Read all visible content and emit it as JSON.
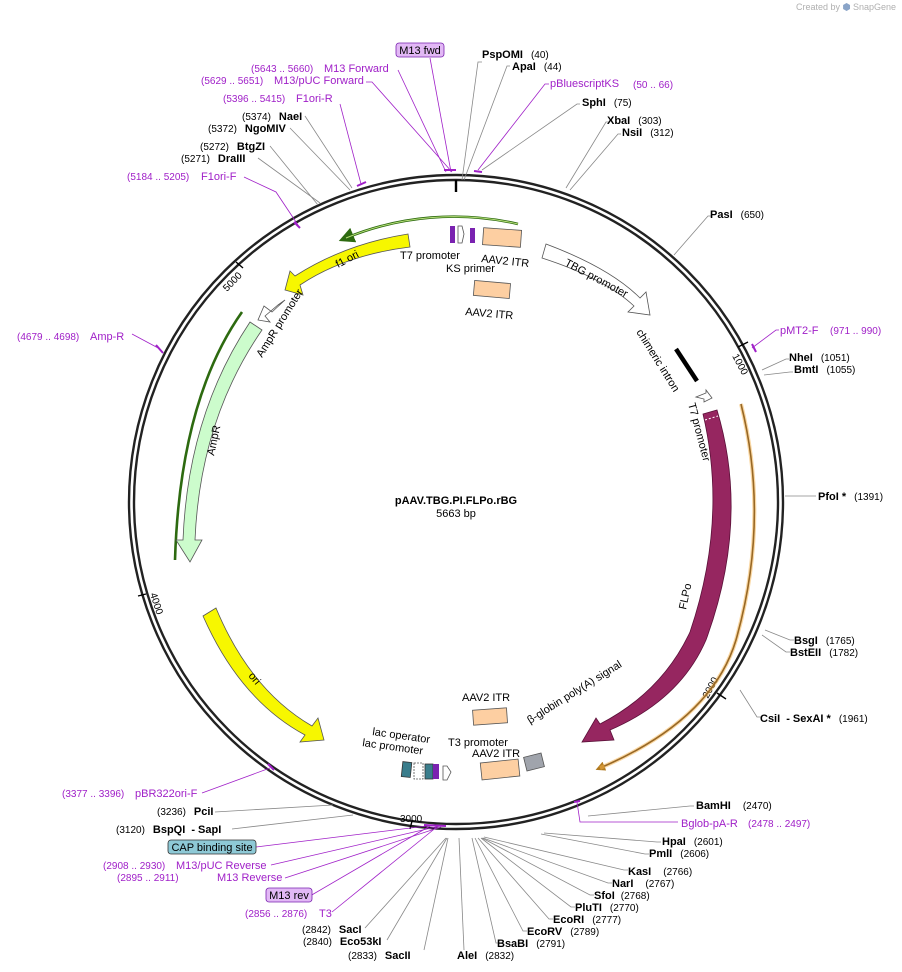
{
  "credit": {
    "prefix": "Created by",
    "brand": "SnapGene"
  },
  "plasmid": {
    "name": "pAAV.TBG.PI.FLPo.rBG",
    "length_label": "5663 bp"
  },
  "ticks": [
    "1000",
    "2000",
    "3000",
    "4000",
    "5000"
  ],
  "colors": {
    "primer": "#a020c8",
    "line": "#888888",
    "ring": "#222222",
    "f1ori": "#f7f700",
    "ori": "#f7f700",
    "ampr": "#ccfccc",
    "ampr_border": "#5aa02c",
    "flpo": "#962660",
    "itr": "#fdcfa2",
    "tbg": "#ffffff",
    "polya": "#a0a4ac",
    "cap": "#8ec9d6",
    "lac_op": "#3a7d8c",
    "purple_badge": "#e2b8f5"
  },
  "features": {
    "t7_promoter_top": "T7 promoter",
    "ks_primer": "KS primer",
    "aav2_itr_top": "AAV2 ITR",
    "aav2_itr_inner": "AAV2 ITR",
    "tbg_promoter": "TBG promoter",
    "chimeric_intron": "chimeric intron",
    "t7_promoter_right": "T7 promoter",
    "flpo": "FLPo",
    "bglobin": "β-globin poly(A) signal",
    "aav2_itr_bottom": "AAV2 ITR",
    "aav2_itr_bottom2": "AAV2 ITR",
    "t3_promoter": "T3 promoter",
    "lac_operator": "lac operator",
    "lac_promoter": "lac promoter",
    "ori": "ori",
    "ampr": "AmpR",
    "ampr_promoter": "AmpR promoter",
    "f1_ori": "f1 ori"
  },
  "sites": [
    {
      "name": "PspOMI",
      "pos": "(40)"
    },
    {
      "name": "ApaI",
      "pos": "(44)"
    },
    {
      "name": "SphI",
      "pos": "(75)"
    },
    {
      "name": "XbaI",
      "pos": "(303)"
    },
    {
      "name": "NsiI",
      "pos": "(312)"
    },
    {
      "name": "PasI",
      "pos": "(650)"
    },
    {
      "name": "NheI",
      "pos": "(1051)"
    },
    {
      "name": "BmtI",
      "pos": "(1055)"
    },
    {
      "name": "PfoI *",
      "pos": "(1391)"
    },
    {
      "name": "BsgI",
      "pos": "(1765)"
    },
    {
      "name": "BstEII",
      "pos": "(1782)"
    },
    {
      "name": "CsiI",
      "name2": "- SexAI *",
      "pos": "(1961)"
    },
    {
      "name": "BamHI",
      "pos": "(2470)"
    },
    {
      "name": "HpaI",
      "pos": "(2601)"
    },
    {
      "name": "PmlI",
      "pos": "(2606)"
    },
    {
      "name": "KasI",
      "pos": "(2766)"
    },
    {
      "name": "NarI",
      "pos": "(2767)"
    },
    {
      "name": "SfoI",
      "pos": "(2768)"
    },
    {
      "name": "PluTI",
      "pos": "(2770)"
    },
    {
      "name": "EcoRI",
      "pos": "(2777)"
    },
    {
      "name": "EcoRV",
      "pos": "(2789)"
    },
    {
      "name": "BsaBI",
      "pos": "(2791)"
    },
    {
      "name": "AleI",
      "pos": "(2832)"
    },
    {
      "name": "SacII",
      "pos": "(2833)"
    },
    {
      "name": "Eco53kI",
      "pos": "(2840)"
    },
    {
      "name": "SacI",
      "pos": "(2842)"
    },
    {
      "name": "BspQI",
      "name2": "- SapI",
      "pos": "(3120)"
    },
    {
      "name": "PciI",
      "pos": "(3236)"
    },
    {
      "name": "DraIII",
      "pos": "(5271)"
    },
    {
      "name": "BtgZI",
      "pos": "(5272)"
    },
    {
      "name": "NgoMIV",
      "pos": "(5372)"
    },
    {
      "name": "NaeI",
      "pos": "(5374)"
    }
  ],
  "primers": [
    {
      "name": "M13 fwd",
      "badge": true
    },
    {
      "name": "pBluescriptKS",
      "pos": "(50 .. 66)"
    },
    {
      "name": "pMT2-F",
      "pos": "(971 .. 990)"
    },
    {
      "name": "Bglob-pA-R",
      "pos": "(2478 .. 2497)"
    },
    {
      "name": "pBR322ori-F",
      "pos": "(3377 .. 3396)"
    },
    {
      "name": "CAP binding site",
      "badge": true
    },
    {
      "name": "M13/pUC Reverse",
      "pos": "(2908 .. 2930)"
    },
    {
      "name": "M13 Reverse",
      "pos": "(2895 .. 2911)"
    },
    {
      "name": "M13 rev",
      "badge": true
    },
    {
      "name": "T3",
      "pos": "(2856 .. 2876)"
    },
    {
      "name": "Amp-R",
      "pos": "(4679 .. 4698)"
    },
    {
      "name": "F1ori-F",
      "pos": "(5184 .. 5205)"
    },
    {
      "name": "F1ori-R",
      "pos": "(5396 .. 5415)"
    },
    {
      "name": "M13/pUC Forward",
      "pos": "(5629 .. 5651)"
    },
    {
      "name": "M13 Forward",
      "pos": "(5643 .. 5660)"
    }
  ]
}
